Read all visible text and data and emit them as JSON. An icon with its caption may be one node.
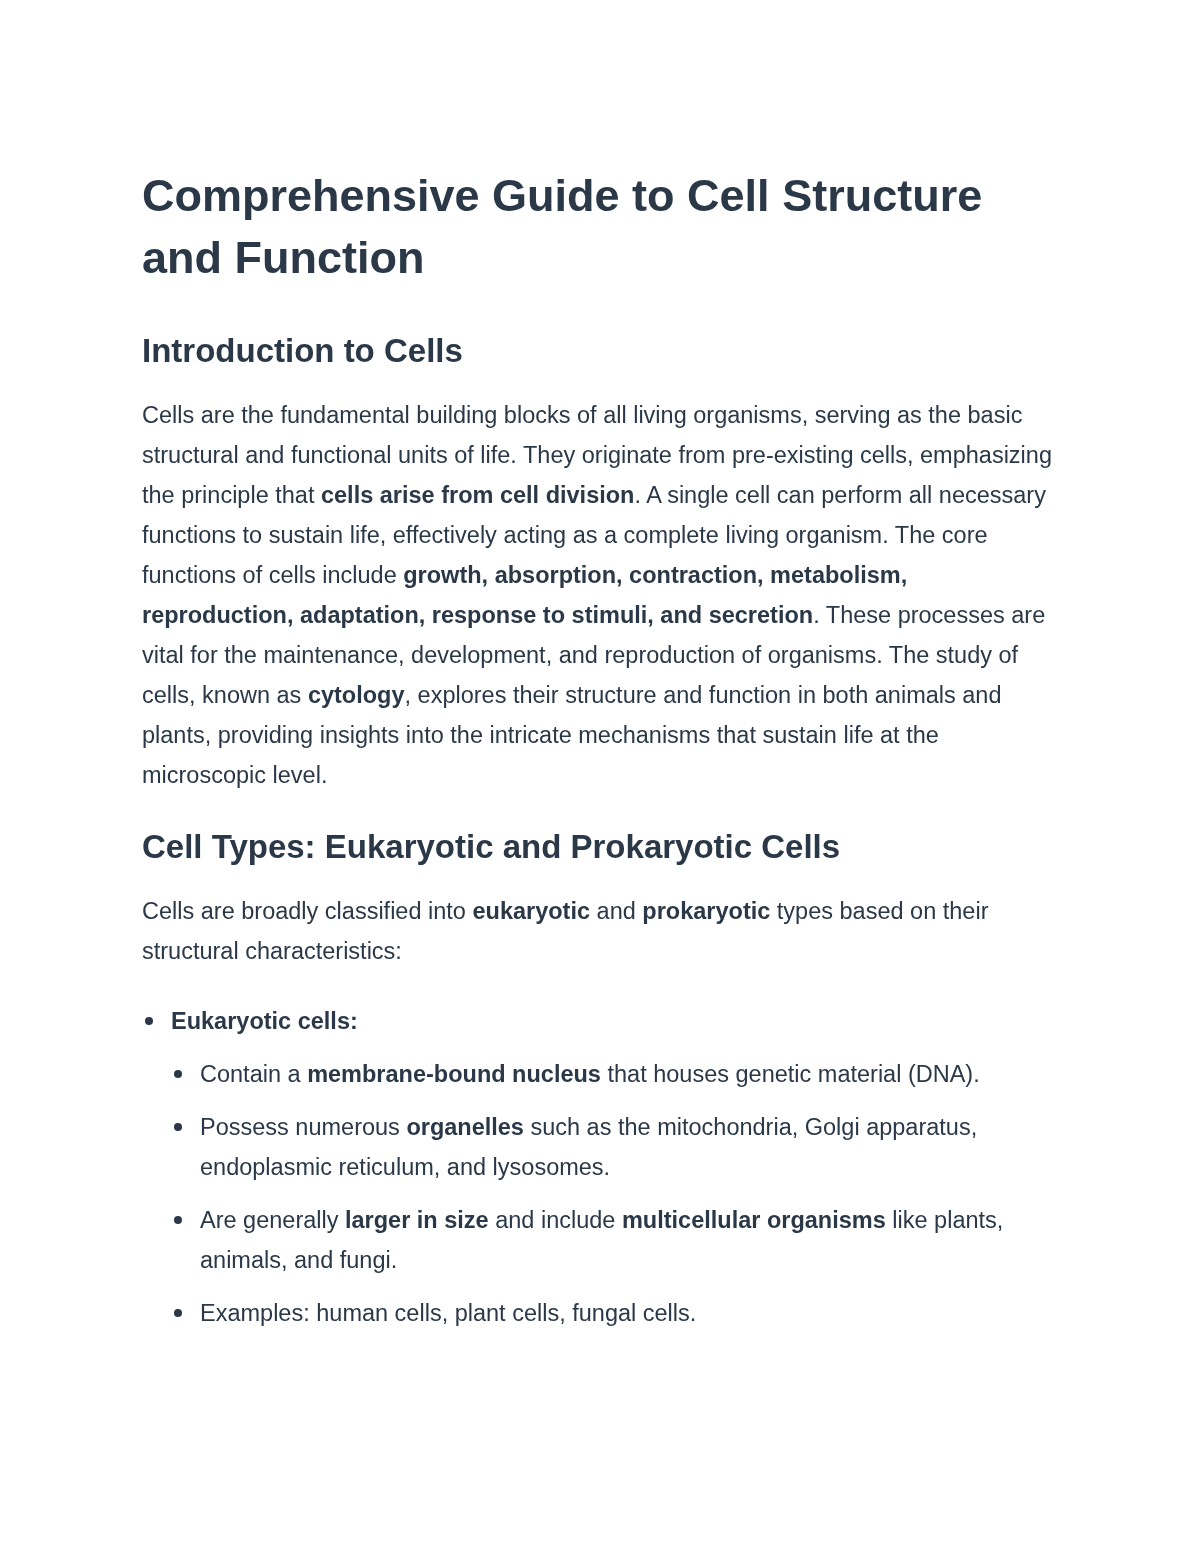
{
  "diagram": {
    "title": "Comprehensive Guide to Cell Structure and Function",
    "labels": [
      "Introduction to Cells",
      "Cells are the fundamental building blocks of all living organisms, serving as the basic structural and functional units of life. They originate from pre-existing cells, emphasizing the principle that **cells arise from cell division**. A single cell can perform all necessary functions to sustain life, effectively acting as a complete living organism. The core functions of cells include **growth, absorption, contraction, metabolism, reproduction, adaptation, response to stimuli, and secretion**. These processes are vital for the maintenance, development, and reproduction of organisms. The study of cells, known as **cytology**, explores their structure and function in both animals and plants, providing insights into the intricate mechanisms that sustain life at the microscopic level.",
      "Cell Types: Eukaryotic and Prokaryotic Cells",
      "Cells are broadly classified into **eukaryotic** and **prokaryotic** types based on their structural characteristics:",
      "Eukaryotic cells:",
      "Contain a **membrane-bound nucleus** that houses genetic material (DNA).",
      "Possess numerous **organelles** such as the mitochondria, Golgi apparatus, endoplasmic reticulum, and lysosomes.",
      "Are generally **larger in size** and include **multicellular organisms** like plants, animals, and fungi.",
      "Examples: human cells, plant cells, fungal cells."
    ]
  }
}
